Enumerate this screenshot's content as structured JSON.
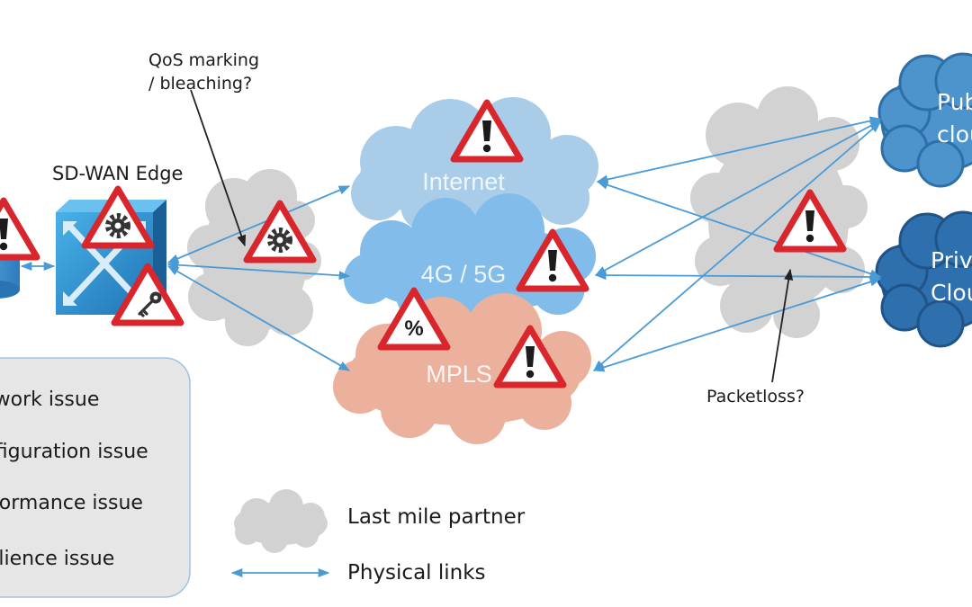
{
  "annotations": {
    "qos": "QoS marking\n/ bleaching?",
    "packetloss": "Packetloss?",
    "edge": "SD-WAN Edge"
  },
  "networks": {
    "internet": "Internet",
    "cellular": "4G / 5G",
    "mpls": "MPLS"
  },
  "clouds": {
    "public": "Public\ncloud",
    "private": "Private\nCloud"
  },
  "legend_box": {
    "items": [
      "Network issue",
      "Configuration issue",
      "Performance issue",
      "Resilience issue"
    ]
  },
  "legend": {
    "last_mile": "Last mile partner",
    "links": "Physical links"
  },
  "icons": {
    "warning": "exclamation-warning-icon",
    "gear": "gear-warning-icon",
    "key": "key-warning-icon",
    "percent": "percent-warning-icon"
  },
  "colors": {
    "link": "#4a9ad6",
    "internet_cloud": "#a9cde9",
    "cellular_cloud": "#82bcea",
    "mpls_cloud": "#ebb19c",
    "gray_cloud": "#d2d2d2",
    "public_cloud": "#4d93cc",
    "private_cloud": "#2e6fae",
    "edge_box": "#2b8fcc",
    "warning_red": "#d9262d"
  }
}
